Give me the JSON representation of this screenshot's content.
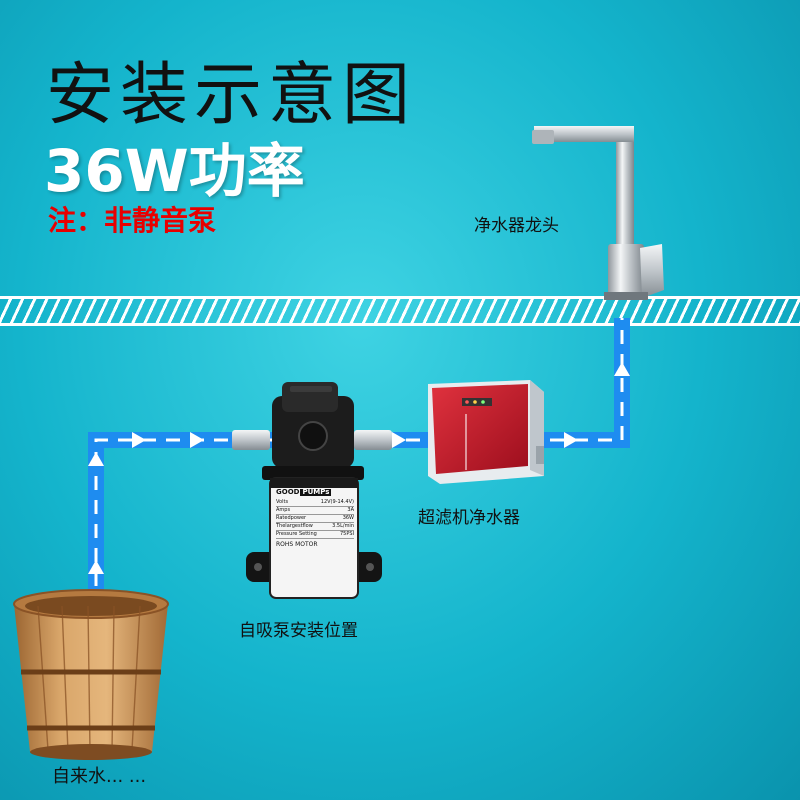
{
  "header": {
    "title": "安装示意图",
    "power": "36W功率",
    "note": "注：非静音泵"
  },
  "labels": {
    "faucet": "净水器龙头",
    "purifier": "超滤机净水器",
    "pump_position": "自吸泵安装位置",
    "water_source": "自来水... ..."
  },
  "pump_label": {
    "brand_left": "GOOD",
    "brand_right": "PUMPs",
    "rows": [
      {
        "key": "Volts",
        "value": "12V(9-14.4V)"
      },
      {
        "key": "Amps",
        "value": "3A"
      },
      {
        "key": "Ratedpower",
        "value": "36W"
      },
      {
        "key": "Thelargestflow",
        "value": "3.5L/min"
      },
      {
        "key": "Pressure Setting",
        "value": "75PSI"
      }
    ],
    "footer": "ROHS MOTOR"
  },
  "colors": {
    "pipe": "#1e8cf0",
    "pipe_inner": "#ffffff",
    "wall": "#ffffff",
    "note": "#e80000",
    "purifier_front": "#c8152a"
  },
  "icons": [
    "faucet-icon",
    "water-purifier-icon",
    "self-priming-pump-icon",
    "wooden-bucket-icon"
  ]
}
